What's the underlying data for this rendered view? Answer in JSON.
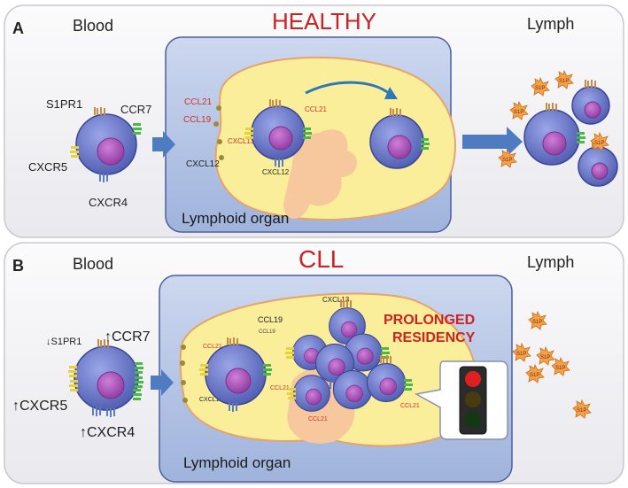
{
  "panel_a": {
    "letter": "A",
    "blood": "Blood",
    "title": "HEALTHY",
    "lymph": "Lymph",
    "organ": "Lymphoid organ",
    "receptors": {
      "s1pr1": "S1PR1",
      "ccr7": "CCR7",
      "cxcr5": "CXCR5",
      "cxcr4": "CXCR4"
    },
    "chemokines": {
      "ccl21": "CCL21",
      "ccl19": "CCL19",
      "cxcl13_in": "CXCL13",
      "cxcl12": "CXCL12",
      "ccl21_cell": "CCL21",
      "cxcl12_cell": "CXCL12"
    },
    "s1p": "S1P"
  },
  "panel_b": {
    "letter": "B",
    "blood": "Blood",
    "title": "CLL",
    "lymph": "Lymph",
    "organ": "Lymphoid organ",
    "receptors": {
      "s1pr1": "↓S1PR1",
      "ccr7": "↑CCR7",
      "cxcr5": "↑CXCR5",
      "cxcr4": "↑CXCR4"
    },
    "chemokines": {
      "cxcl13": "CXCL13",
      "ccl19": "CCL19",
      "ccl19b": "CCL19",
      "ccl21_left": "CCL21",
      "cxcl12": "CXCL12",
      "ccl21_mid": "CCL21",
      "ccl21_bot": "CCL21",
      "ccl21_right": "CCL21"
    },
    "residency_line1": "PROLONGED",
    "residency_line2": "RESIDENCY",
    "s1p": "S1P"
  },
  "colors": {
    "title_red": "#cc2222",
    "panel_bg": "#f2f2f4",
    "organ_box": "#b8c8e6",
    "organ_body": "#fbee9a",
    "cell": "#6a78c8",
    "nucleus": "#a955b8",
    "arrow": "#4f7cc1",
    "s1p": "#f4a24a",
    "traffic_red": "#e02020"
  }
}
